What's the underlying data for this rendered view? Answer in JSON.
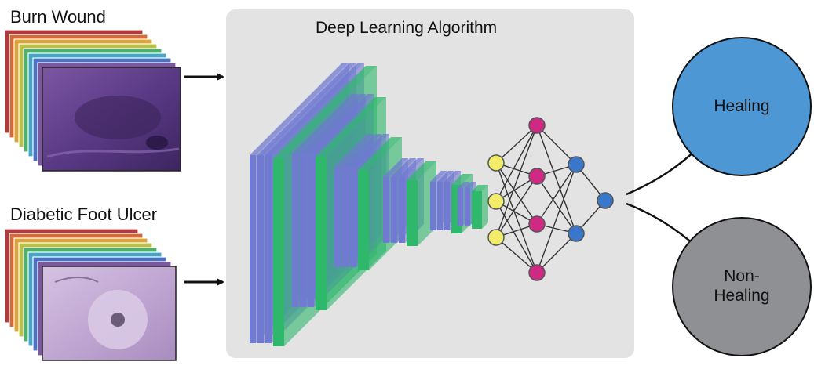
{
  "inputs": {
    "burn_wound_label": "Burn Wound",
    "diabetic_foot_ulcer_label": "Diabetic Foot Ulcer"
  },
  "algorithm": {
    "title": "Deep Learning Algorithm"
  },
  "outcomes": {
    "healing_label": "Healing",
    "non_healing_line1": "Non-",
    "non_healing_line2": "Healing"
  },
  "colors": {
    "panel_bg": "#e3e3e3",
    "conv_blue": "#6f7ad0",
    "conv_green": "#2fb86c",
    "node_yellow": "#f3ec6a",
    "node_magenta": "#cf2a83",
    "node_blue": "#3a76c9",
    "healing_circle": "#4d97d5",
    "non_healing_circle": "#8f9093",
    "burn_image": "#5e3a84",
    "dfu_image": "#c8b0d6"
  },
  "icons": {
    "arrow": "right-arrow-icon"
  }
}
